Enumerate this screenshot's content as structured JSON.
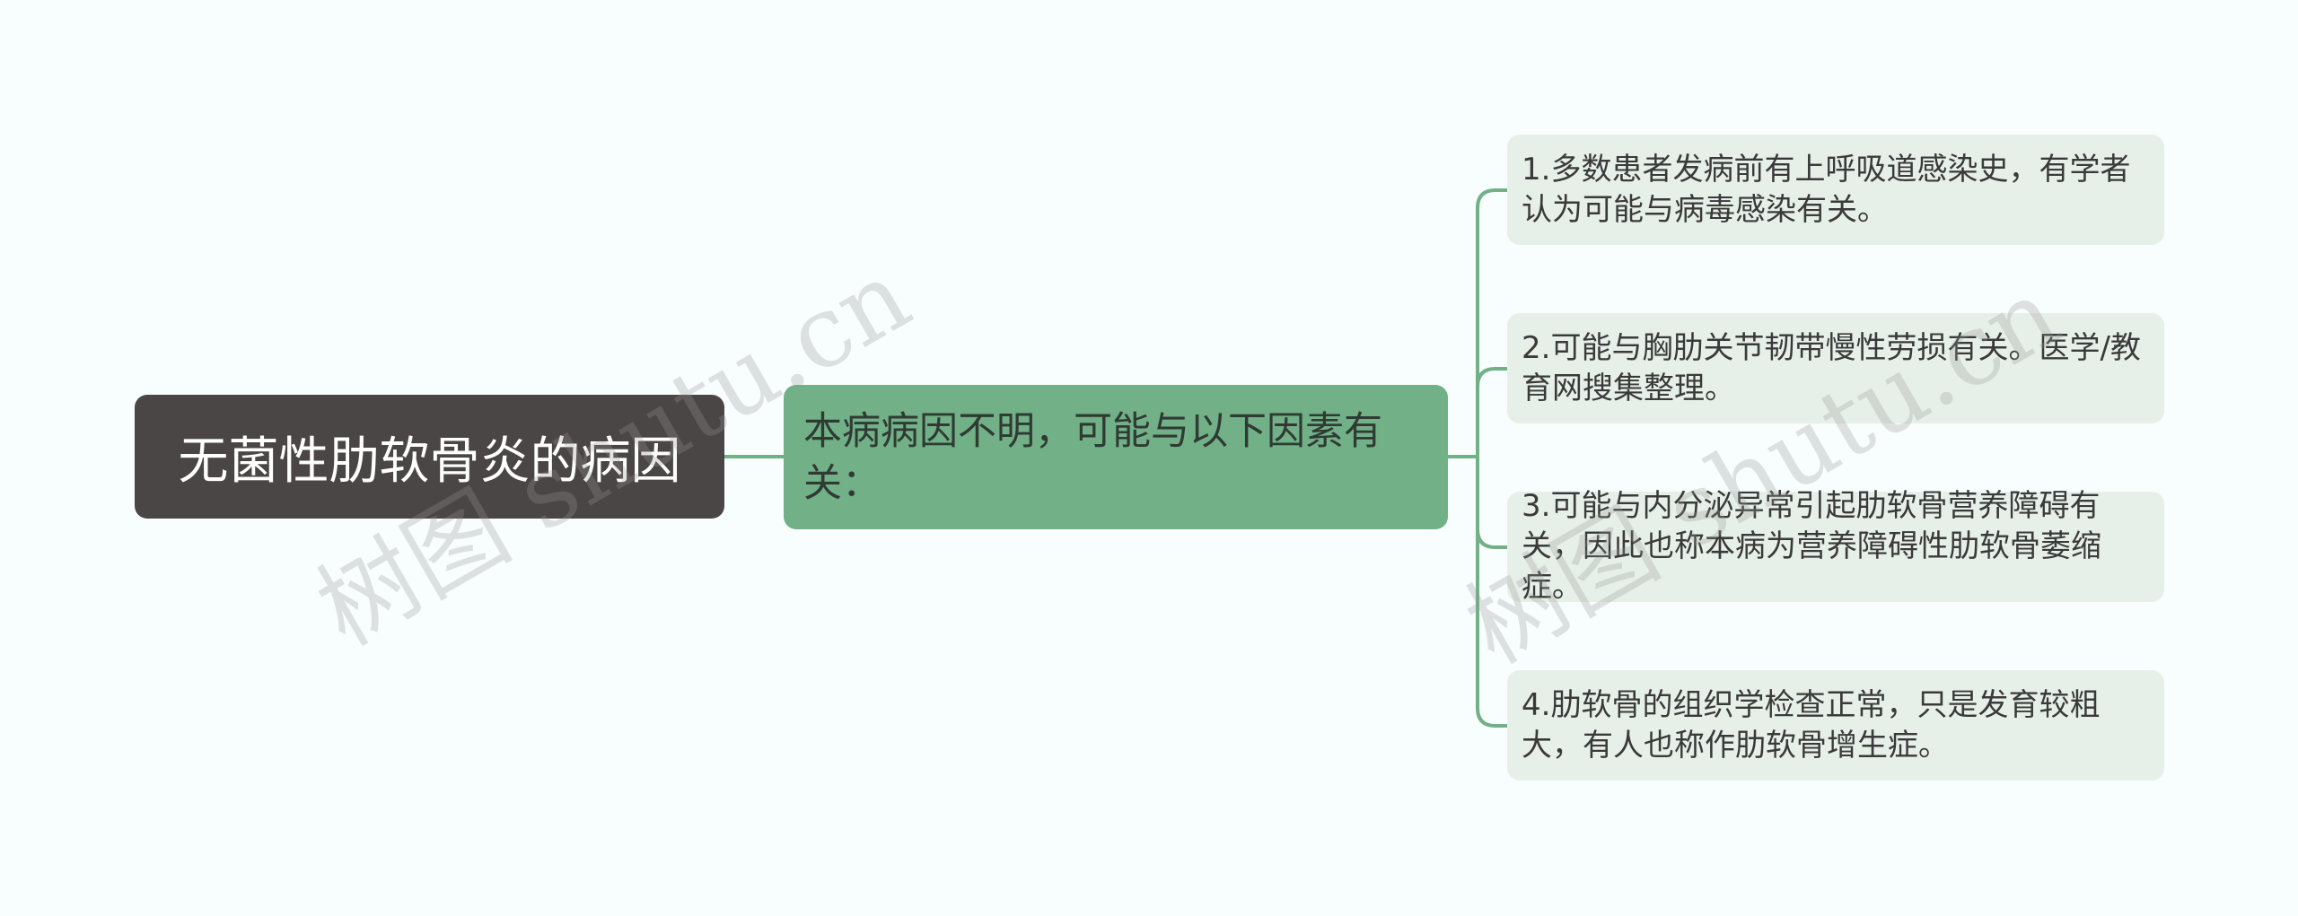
{
  "mindmap": {
    "root": "无菌性肋软骨炎的病因",
    "branch": "本病病因不明，可能与以下因素有关：",
    "leaves": [
      "1.多数患者发病前有上呼吸道感染史，有学者认为可能与病毒感染有关。",
      "2.可能与胸肋关节韧带慢性劳损有关。医学/教育网搜集整理。",
      "3.可能与内分泌异常引起肋软骨营养障碍有关，因此也称本病为营养障碍性肋软骨萎缩症。",
      "4.肋软骨的组织学检查正常，只是发育较粗大，有人也称作肋软骨增生症。"
    ]
  },
  "watermark": "树图 shutu.cn",
  "colors": {
    "background": "#f8fdfd",
    "root_fill": "#4b4646",
    "branch_fill": "#72b088",
    "leaf_fill": "#e6f0e8",
    "connector": "#72b088"
  }
}
